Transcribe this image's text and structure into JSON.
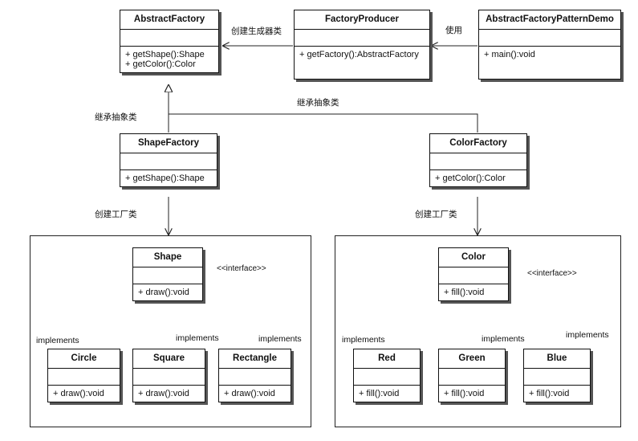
{
  "classes": {
    "abstract_factory": {
      "name": "AbstractFactory",
      "ops": [
        "+ getShape():Shape",
        "+ getColor():Color"
      ]
    },
    "factory_producer": {
      "name": "FactoryProducer",
      "ops": [
        "+ getFactory():AbstractFactory"
      ]
    },
    "demo": {
      "name": "AbstractFactoryPatternDemo",
      "ops": [
        "+ main():void"
      ]
    },
    "shape_factory": {
      "name": "ShapeFactory",
      "ops": [
        "+ getShape():Shape"
      ]
    },
    "color_factory": {
      "name": "ColorFactory",
      "ops": [
        "+ getColor():Color"
      ]
    },
    "shape": {
      "name": "Shape",
      "ops": [
        "+ draw():void"
      ]
    },
    "circle": {
      "name": "Circle",
      "ops": [
        "+ draw():void"
      ]
    },
    "square": {
      "name": "Square",
      "ops": [
        "+ draw():void"
      ]
    },
    "rectangle": {
      "name": "Rectangle",
      "ops": [
        "+ draw():void"
      ]
    },
    "color": {
      "name": "Color",
      "ops": [
        "+ fill():void"
      ]
    },
    "red": {
      "name": "Red",
      "ops": [
        "+ fill():void"
      ]
    },
    "green": {
      "name": "Green",
      "ops": [
        "+ fill():void"
      ]
    },
    "blue": {
      "name": "Blue",
      "ops": [
        "+ fill():void"
      ]
    }
  },
  "labels": {
    "create_generator": "创建生成器类",
    "use": "使用",
    "inherit_abstract_left": "继承抽象类",
    "inherit_abstract_right": "继承抽象类",
    "create_factory_left": "创建工厂类",
    "create_factory_right": "创建工厂类",
    "shape_interface": "<<interface>>",
    "color_interface": "<<interface>>",
    "implements_circle": "implements",
    "implements_square": "implements",
    "implements_rectangle": "implements",
    "implements_red": "implements",
    "implements_green": "implements",
    "implements_blue": "implements"
  }
}
